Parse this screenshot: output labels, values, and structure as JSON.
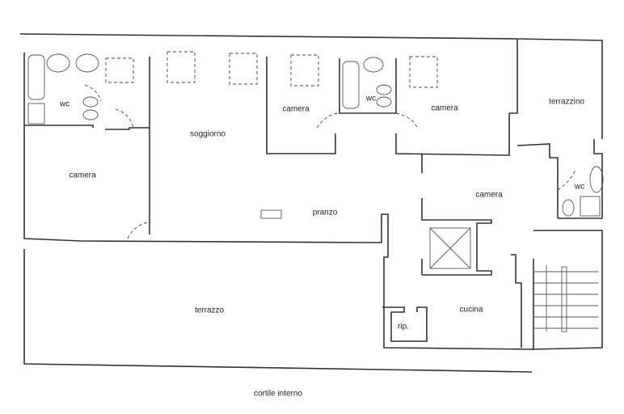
{
  "rooms": {
    "wc_1": "wc",
    "camera_1": "camera",
    "soggiorno": "soggiorno",
    "camera_2": "camera",
    "wc_2": "wc",
    "camera_3": "camera",
    "terrazzino": "terrazzino",
    "wc_3": "wc",
    "camera_4": "camera",
    "pranzo": "pranzo",
    "terrazzo": "terrazzo",
    "ripostiglio": "rip.",
    "cucina": "cucina"
  },
  "outside_label": "cortile interno"
}
